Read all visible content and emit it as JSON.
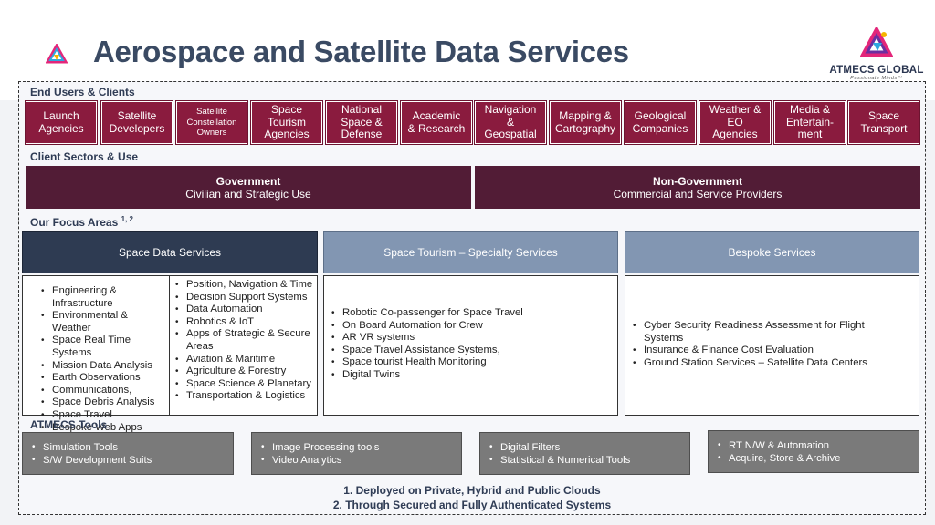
{
  "title": "Aerospace and Satellite Data Services",
  "brand": {
    "name": "ATMECS GLOBAL",
    "tagline": "Passionate Minds™"
  },
  "sections": {
    "end_users": "End Users & Clients",
    "client_sectors": "Client Sectors & Use",
    "focus_areas": "Our Focus Areas",
    "focus_areas_sup": "1, 2",
    "tools": "ATMECS Tools"
  },
  "clients": [
    "Launch\nAgencies",
    "Satellite\nDevelopers",
    "Satellite\nConstellation\nOwners",
    "Space\nTourism\nAgencies",
    "National\nSpace &\nDefense",
    "Academic\n& Research",
    "Navigation\n&\nGeospatial",
    "Mapping &\nCartography",
    "Geological\nCompanies",
    "Weather &\nEO\nAgencies",
    "Media &\nEntertain-\nment",
    "Space\nTransport"
  ],
  "sectors": [
    {
      "title": "Government",
      "subtitle": "Civilian and Strategic Use"
    },
    {
      "title": "Non-Government",
      "subtitle": "Commercial and Service Providers"
    }
  ],
  "focus": [
    {
      "title": "Space Data Services"
    },
    {
      "title": "Space Tourism – Specialty Services"
    },
    {
      "title": "Bespoke Services"
    }
  ],
  "space_data_left": [
    "Engineering & Infrastructure",
    "Environmental & Weather",
    "Space Real Time Systems",
    "Mission Data Analysis",
    "Earth Observations",
    "Communications,",
    "Space Debris Analysis",
    "Space Travel",
    "Bespoke Web Apps"
  ],
  "space_data_right": [
    "Position, Navigation & Time",
    "Decision Support Systems",
    "Data Automation",
    "Robotics & IoT",
    "Apps of Strategic & Secure Areas",
    "Aviation & Maritime",
    "Agriculture & Forestry",
    "Space Science & Planetary",
    "Transportation & Logistics"
  ],
  "tourism": [
    "Robotic Co-passenger for Space Travel",
    "On Board Automation for Crew",
    "AR VR systems",
    "Space Travel Assistance Systems,",
    "Space tourist Health Monitoring",
    "Digital Twins"
  ],
  "bespoke": [
    "Cyber Security Readiness Assessment for Flight Systems",
    "Insurance & Finance Cost Evaluation",
    "Ground Station Services – Satellite Data Centers"
  ],
  "tools": [
    [
      "Simulation Tools",
      "S/W Development Suits"
    ],
    [
      "Image Processing tools",
      "Video Analytics"
    ],
    [
      "Digital Filters",
      "Statistical & Numerical Tools"
    ],
    [
      "RT N/W  & Automation",
      "Acquire, Store & Archive"
    ]
  ],
  "notes": [
    "1.  Deployed on Private, Hybrid and Public Clouds",
    "2.  Through Secured and Fully Authenticated Systems"
  ],
  "colors": {
    "client": "#8a1b3e",
    "sector": "#521c36",
    "focus_dark": "#2e3b52",
    "focus_mid": "#8296b2",
    "tool": "#7a7a7a",
    "title": "#3a4a63"
  }
}
